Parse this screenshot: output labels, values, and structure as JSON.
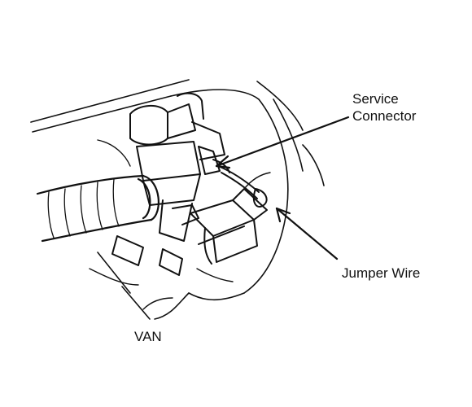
{
  "labels": {
    "service_connector_line1": "Service",
    "service_connector_line2": "Connector",
    "jumper_wire": "Jumper Wire",
    "van": "VAN"
  },
  "colors": {
    "ink": "#111111",
    "paper": "#ffffff"
  }
}
